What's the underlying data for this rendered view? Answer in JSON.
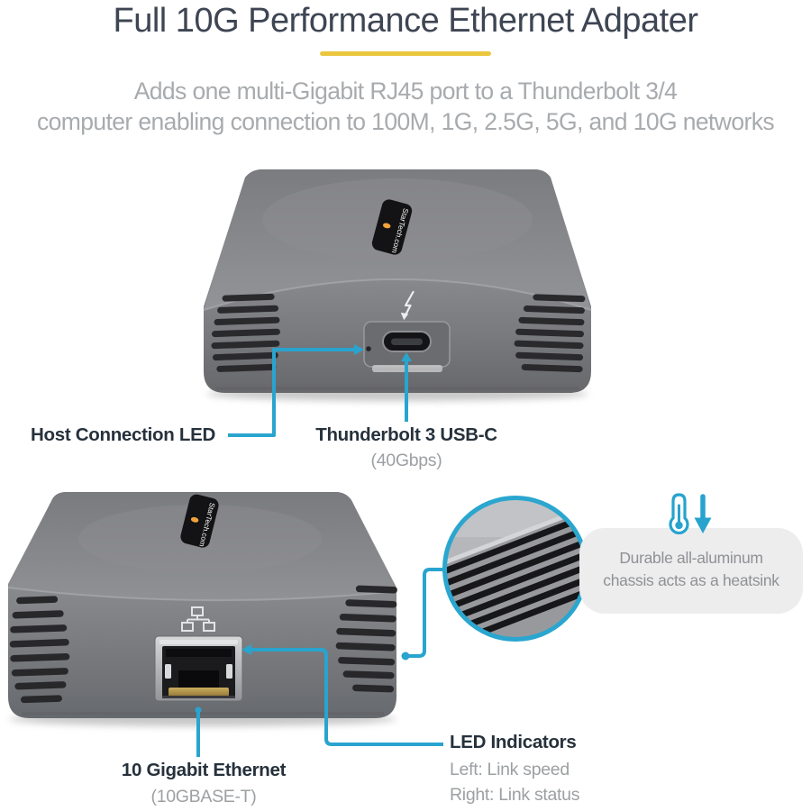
{
  "brand": {
    "logo_text": "StarTech.com"
  },
  "header": {
    "title": "Full 10G Performance Ethernet Adpater",
    "subtitle_line1": "Adds one multi-Gigabit RJ45 port to a Thunderbolt 3/4",
    "subtitle_line2": "computer enabling connection to 100M, 1G, 2.5G, 5G, and 10G networks"
  },
  "callouts": {
    "host_led": {
      "label": "Host Connection LED"
    },
    "thunderbolt_port": {
      "label": "Thunderbolt 3 USB-C",
      "sublabel": "(40Gbps)"
    },
    "ethernet_port": {
      "label": "10 Gigabit Ethernet",
      "sublabel": "(10GBASE-T)"
    },
    "led_indicators": {
      "label": "LED Indicators",
      "detail_line1": "Left: Link speed",
      "detail_line2": "Right: Link status"
    },
    "heatsink": {
      "text_line1": "Durable all-aluminum",
      "text_line2": "chassis acts as a heatsink"
    }
  },
  "icons": {
    "thunderbolt": "thunderbolt-bolt-icon",
    "ethernet": "network-nodes-icon",
    "thermometer": "thermometer-down-arrow-icon"
  },
  "colors": {
    "accent_yellow": "#eac73e",
    "callout_blue": "#29a4ce",
    "title_text": "#3e4553",
    "muted_text": "#a8abae"
  }
}
